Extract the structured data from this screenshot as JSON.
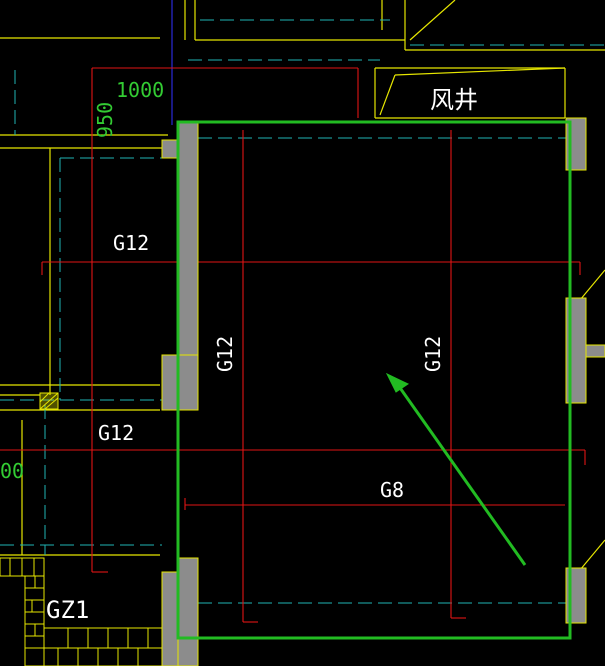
{
  "drawing": {
    "beam_labels": [
      "G12",
      "G12",
      "G12",
      "G12",
      "G8"
    ],
    "shaft_label": "风井",
    "column_label": "GZ1",
    "dimensions": [
      "1000",
      "950",
      "00"
    ],
    "colors": {
      "background": "#000000",
      "beam": "#e01414",
      "axis": "#1fb5b5",
      "wall_fill": "#8c8c8c",
      "wall_edge": "#e6e600",
      "highlight": "#22bb22",
      "text": "#ffffff",
      "dimension": "#33cc33",
      "grid_line": "#2a2ad8"
    }
  }
}
